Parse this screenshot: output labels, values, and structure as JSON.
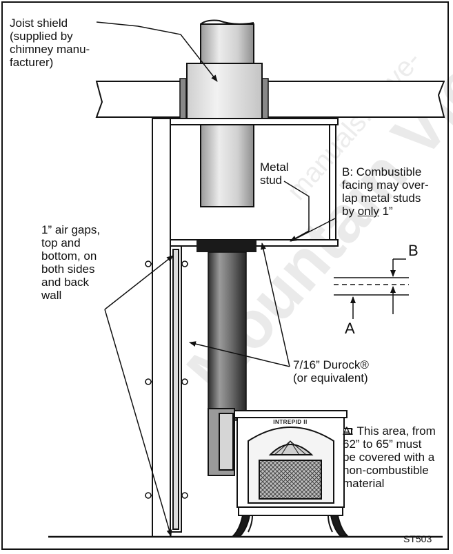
{
  "labels": {
    "joist_shield": [
      "Joist shield",
      "(supplied by",
      "chimney manu-",
      "facturer)"
    ],
    "metal_stud": [
      "Metal",
      "stud"
    ],
    "facing_note": [
      "B:  Combustible",
      "facing may over-",
      "lap metal studs"
    ],
    "facing_note_last_prefix": "by ",
    "facing_note_last_underlined": "only",
    "facing_note_last_suffix": " 1”",
    "air_gaps": [
      "1” air gaps,",
      "top and",
      "bottom, on",
      "both sides",
      "and back",
      "wall"
    ],
    "marker_b": "B",
    "marker_a": "A",
    "durock": [
      "7/16” Durock®",
      "(or equivalent)"
    ],
    "area_note": [
      "A: This area, from",
      "62” to 65” must",
      "be covered with a",
      "non-combustible",
      "material"
    ],
    "figure_code": "ST503",
    "stove_badge": "INTREPID II"
  },
  "watermarks": [
    "Mountain View",
    "manuals.stove-"
  ],
  "colors": {
    "line": "#111111",
    "pipe_light": "#e6e6e6",
    "pipe_mid": "#bdbdbd",
    "pipe_dark": "#666666"
  }
}
